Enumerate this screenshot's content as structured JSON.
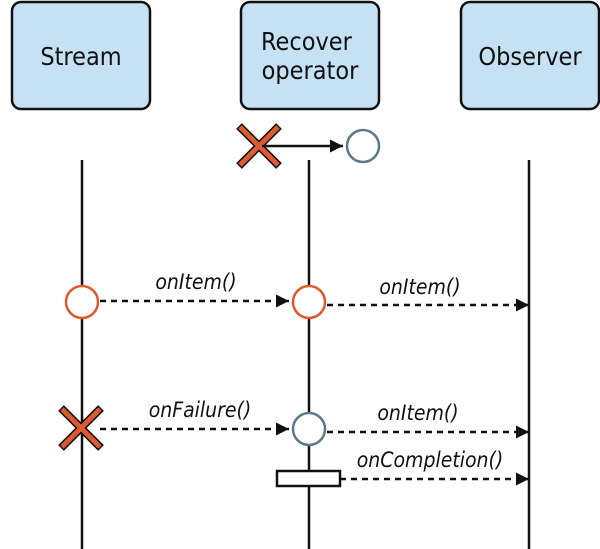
{
  "participants": {
    "stream": {
      "lines": [
        "Stream"
      ]
    },
    "recover": {
      "lines": [
        "Recover",
        "operator"
      ]
    },
    "observer": {
      "lines": [
        "Observer"
      ]
    }
  },
  "messages": {
    "stream_to_recover_item": "onItem()",
    "recover_to_observer_item_1": "onItem()",
    "stream_to_recover_failure": "onFailure()",
    "recover_to_observer_item_2": "onItem()",
    "recover_to_observer_completion": "onCompletion()"
  },
  "colors": {
    "box_fill": "#c5e1f3",
    "box_stroke": "#111111",
    "item_circle": "#dd5a30",
    "recover_circle": "#5b7b8c",
    "failure_x": "#dd5a30",
    "line": "#111111"
  }
}
